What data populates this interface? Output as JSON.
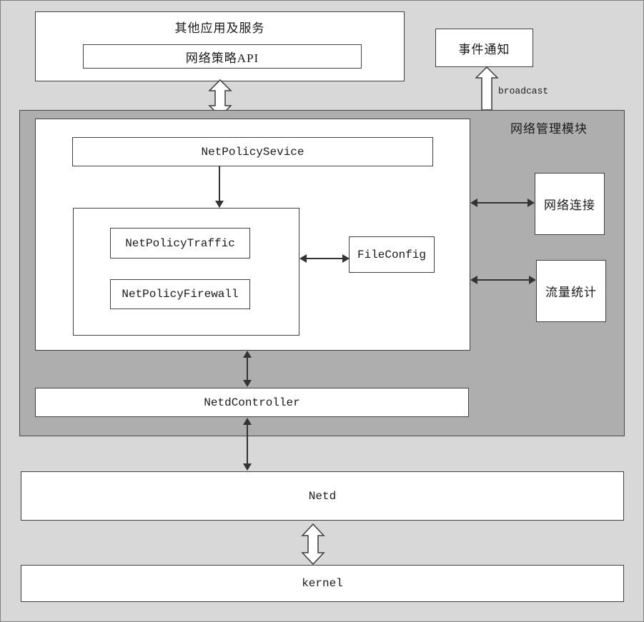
{
  "colors": {
    "canvas_bg": "#d8d8d8",
    "module_bg": "#aeaeae",
    "box_bg": "#ffffff",
    "line": "#333333"
  },
  "diagram": {
    "top_box": {
      "title": "其他应用及服务",
      "api_label": "网络策略API"
    },
    "event_box": {
      "label": "事件通知"
    },
    "broadcast_label": "broadcast",
    "module": {
      "title": "网络管理模块",
      "net_policy_service": "NetPolicySevice",
      "net_policy_traffic": "NetPolicyTraffic",
      "net_policy_firewall": "NetPolicyFirewall",
      "file_config": "FileConfig",
      "network_connection": "网络连接",
      "traffic_stats": "流量统计",
      "netd_controller": "NetdController"
    },
    "netd_label": "Netd",
    "kernel_label": "kernel"
  }
}
